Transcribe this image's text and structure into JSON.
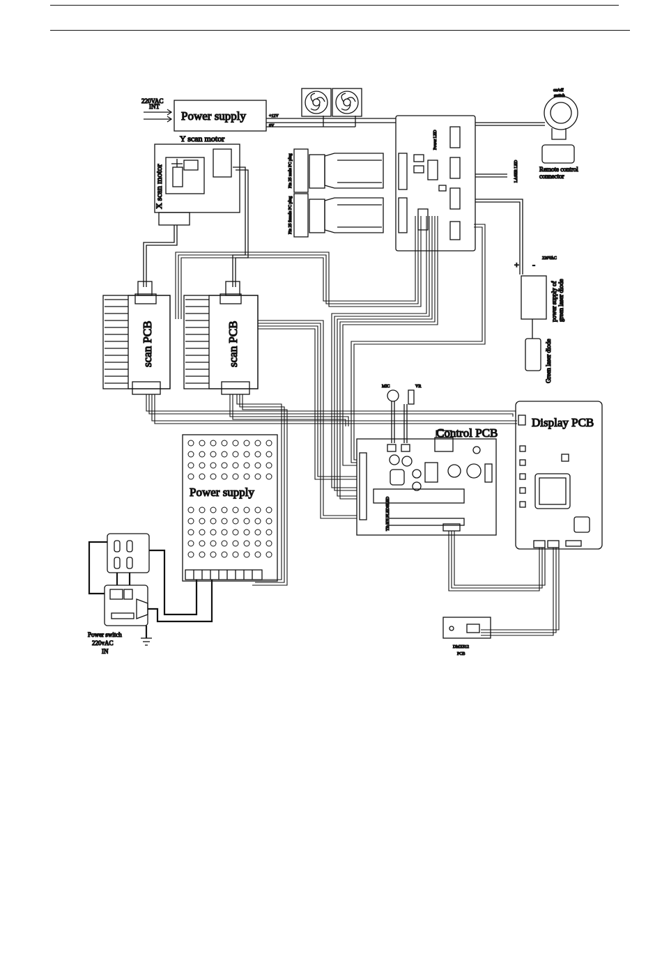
{
  "labels": {
    "ac_in": "220VAC",
    "ac_in_2": "INT",
    "top_power_supply": "Power supply",
    "v12": "+12V",
    "v0": "0V",
    "y_scan_motor": "Y scan motor",
    "x_scan_motor": "X scan motor",
    "plug_male": "Pin 25 male PC plug",
    "plug_female": "Pin 25 female PC plug",
    "power_led": "Power LED",
    "laser_led": "LASER LED",
    "onoff_switch_1": "on/off",
    "onoff_switch_2": "switch",
    "remote_1": "Remote control",
    "remote_2": "connector",
    "laser_ps_1": "power supply of",
    "laser_ps_2": "green laser diode",
    "laser_ps_ac": "220VAC",
    "green_diode": "Green laser diode",
    "plus": "+",
    "minus": "-",
    "scan_pcb": "scan PCB",
    "mic": "MIC",
    "vr": "VR",
    "control_pcb": "Control PCB",
    "display_pcb": "Display PCB",
    "main_power_supply": "Power supply",
    "ctrl_side_label": "TR XY FLEDSLED",
    "power_switch_1": "Power switch",
    "power_switch_2": "220vAC",
    "power_switch_3": "IN",
    "dmx_1": "DMX512",
    "dmx_2": "PCB"
  }
}
